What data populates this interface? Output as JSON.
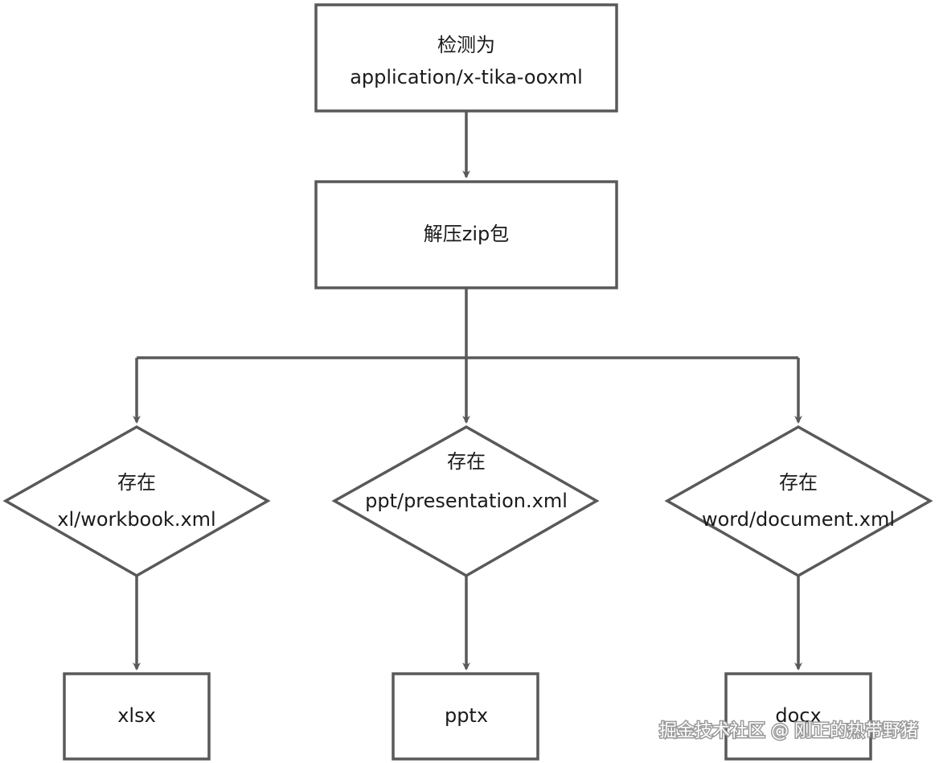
{
  "nodes": {
    "detect": {
      "line1": "检测为",
      "line2": "application/x-tika-ooxml"
    },
    "unzip": {
      "label": "解压zip包"
    },
    "check_xlsx": {
      "line1": "存在",
      "line2": "xl/workbook.xml"
    },
    "check_pptx": {
      "line1": "存在",
      "line2": "ppt/presentation.xml"
    },
    "check_docx": {
      "line1": "存在",
      "line2": "word/document.xml"
    },
    "result_xlsx": {
      "label": "xlsx"
    },
    "result_pptx": {
      "label": "pptx"
    },
    "result_docx": {
      "label": "docx"
    }
  },
  "watermark": {
    "text": "掘金技术社区 @ 刚正的热带野猪"
  },
  "colors": {
    "stroke": "#595959",
    "text": "#1a1a1a"
  }
}
